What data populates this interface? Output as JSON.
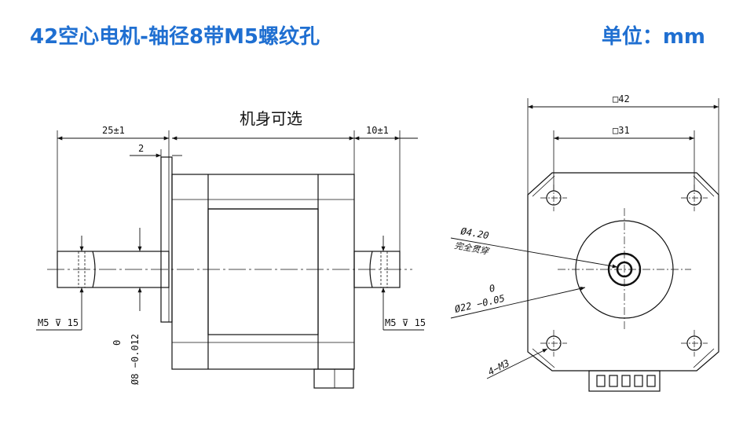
{
  "title": "42空心电机-轴径8带M5螺纹孔",
  "unit": "单位：mm",
  "side_view": {
    "body_label": "机身可选",
    "dim_left_shaft": "25±1",
    "dim_right_shaft": "10±1",
    "dim_flange": "2",
    "thread_left": "M5 ⊽ 15",
    "thread_right": "M5 ⊽ 15",
    "shaft_tol_upper": "0",
    "shaft_dia": "Ø8 −0.012"
  },
  "front_view": {
    "dim_outer": "□42",
    "dim_holes": "□31",
    "bore_dia": "Ø4.20",
    "bore_note": "完全贯穿",
    "boss_tol_upper": "0",
    "boss_dia": "Ø22 −0.05",
    "mount_holes": "4−M3"
  }
}
